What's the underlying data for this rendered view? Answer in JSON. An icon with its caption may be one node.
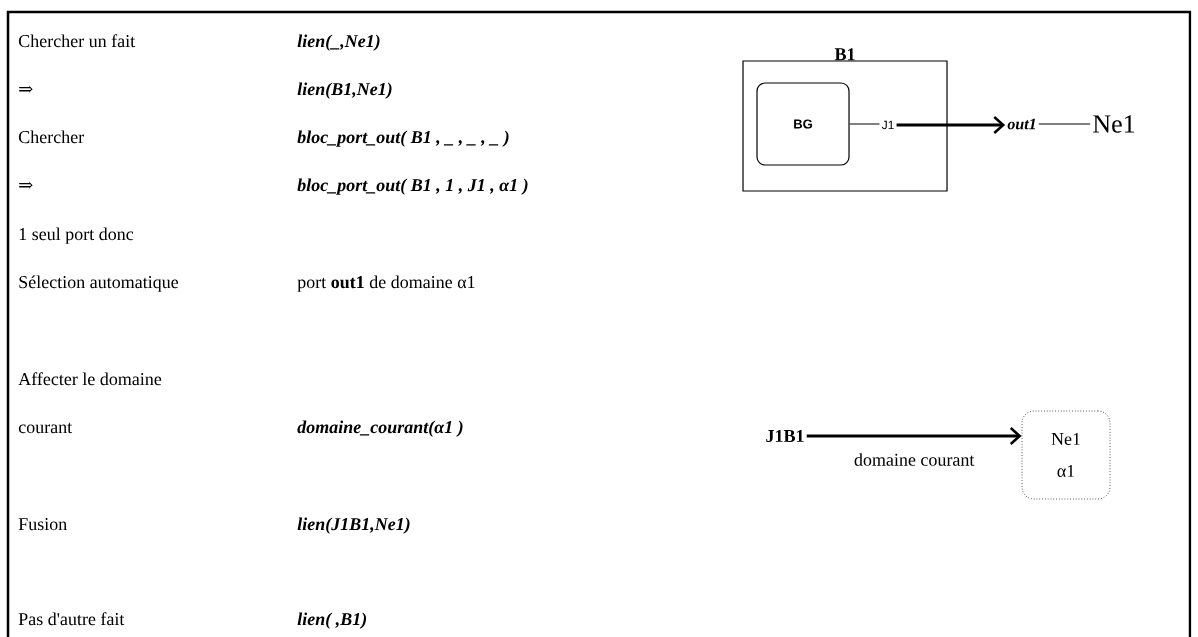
{
  "diagram": {
    "nodes": [
      {
        "text": [
          "B1"
        ]
      },
      {
        "text": [
          "BG"
        ],
        "in": 0
      },
      {
        "text": [
          "J1"
        ],
        "in": 0
      },
      {
        "text": [
          "out1"
        ]
      },
      {
        "text": [
          "Ne1"
        ]
      },
      {
        "text": [
          "J1B1"
        ]
      },
      {
        "text": [
          "Ne1",
          "α1"
        ]
      }
    ],
    "edges": [
      {
        "from": 1,
        "to": 2,
        "arrow": "none"
      },
      {
        "from": 2,
        "to": 3,
        "arrow": "to",
        "style": "thick"
      },
      {
        "from": 3,
        "to": 4,
        "arrow": "none"
      },
      {
        "from": 5,
        "to": 6,
        "arrow": "to",
        "style": "thick",
        "label": "domaine courant"
      }
    ],
    "labels": [
      "Chercher un fait",
      "lien(_,Ne1)",
      "⇒",
      "lien(B1,Ne1)",
      "Chercher",
      "bloc_port_out( B1 , _ , _ , _ )",
      "⇒",
      "bloc_port_out( B1 , 1 , J1 , α1 )",
      "1 seul port donc",
      "Sélection automatique",
      "port **out1** de domaine α1",
      "Affecter le domaine",
      "courant",
      "domaine_courant(α1 )",
      "Fusion",
      "lien(J1B1,Ne1)",
      "Pas d'autre fait",
      "lien( ,B1)"
    ]
  }
}
